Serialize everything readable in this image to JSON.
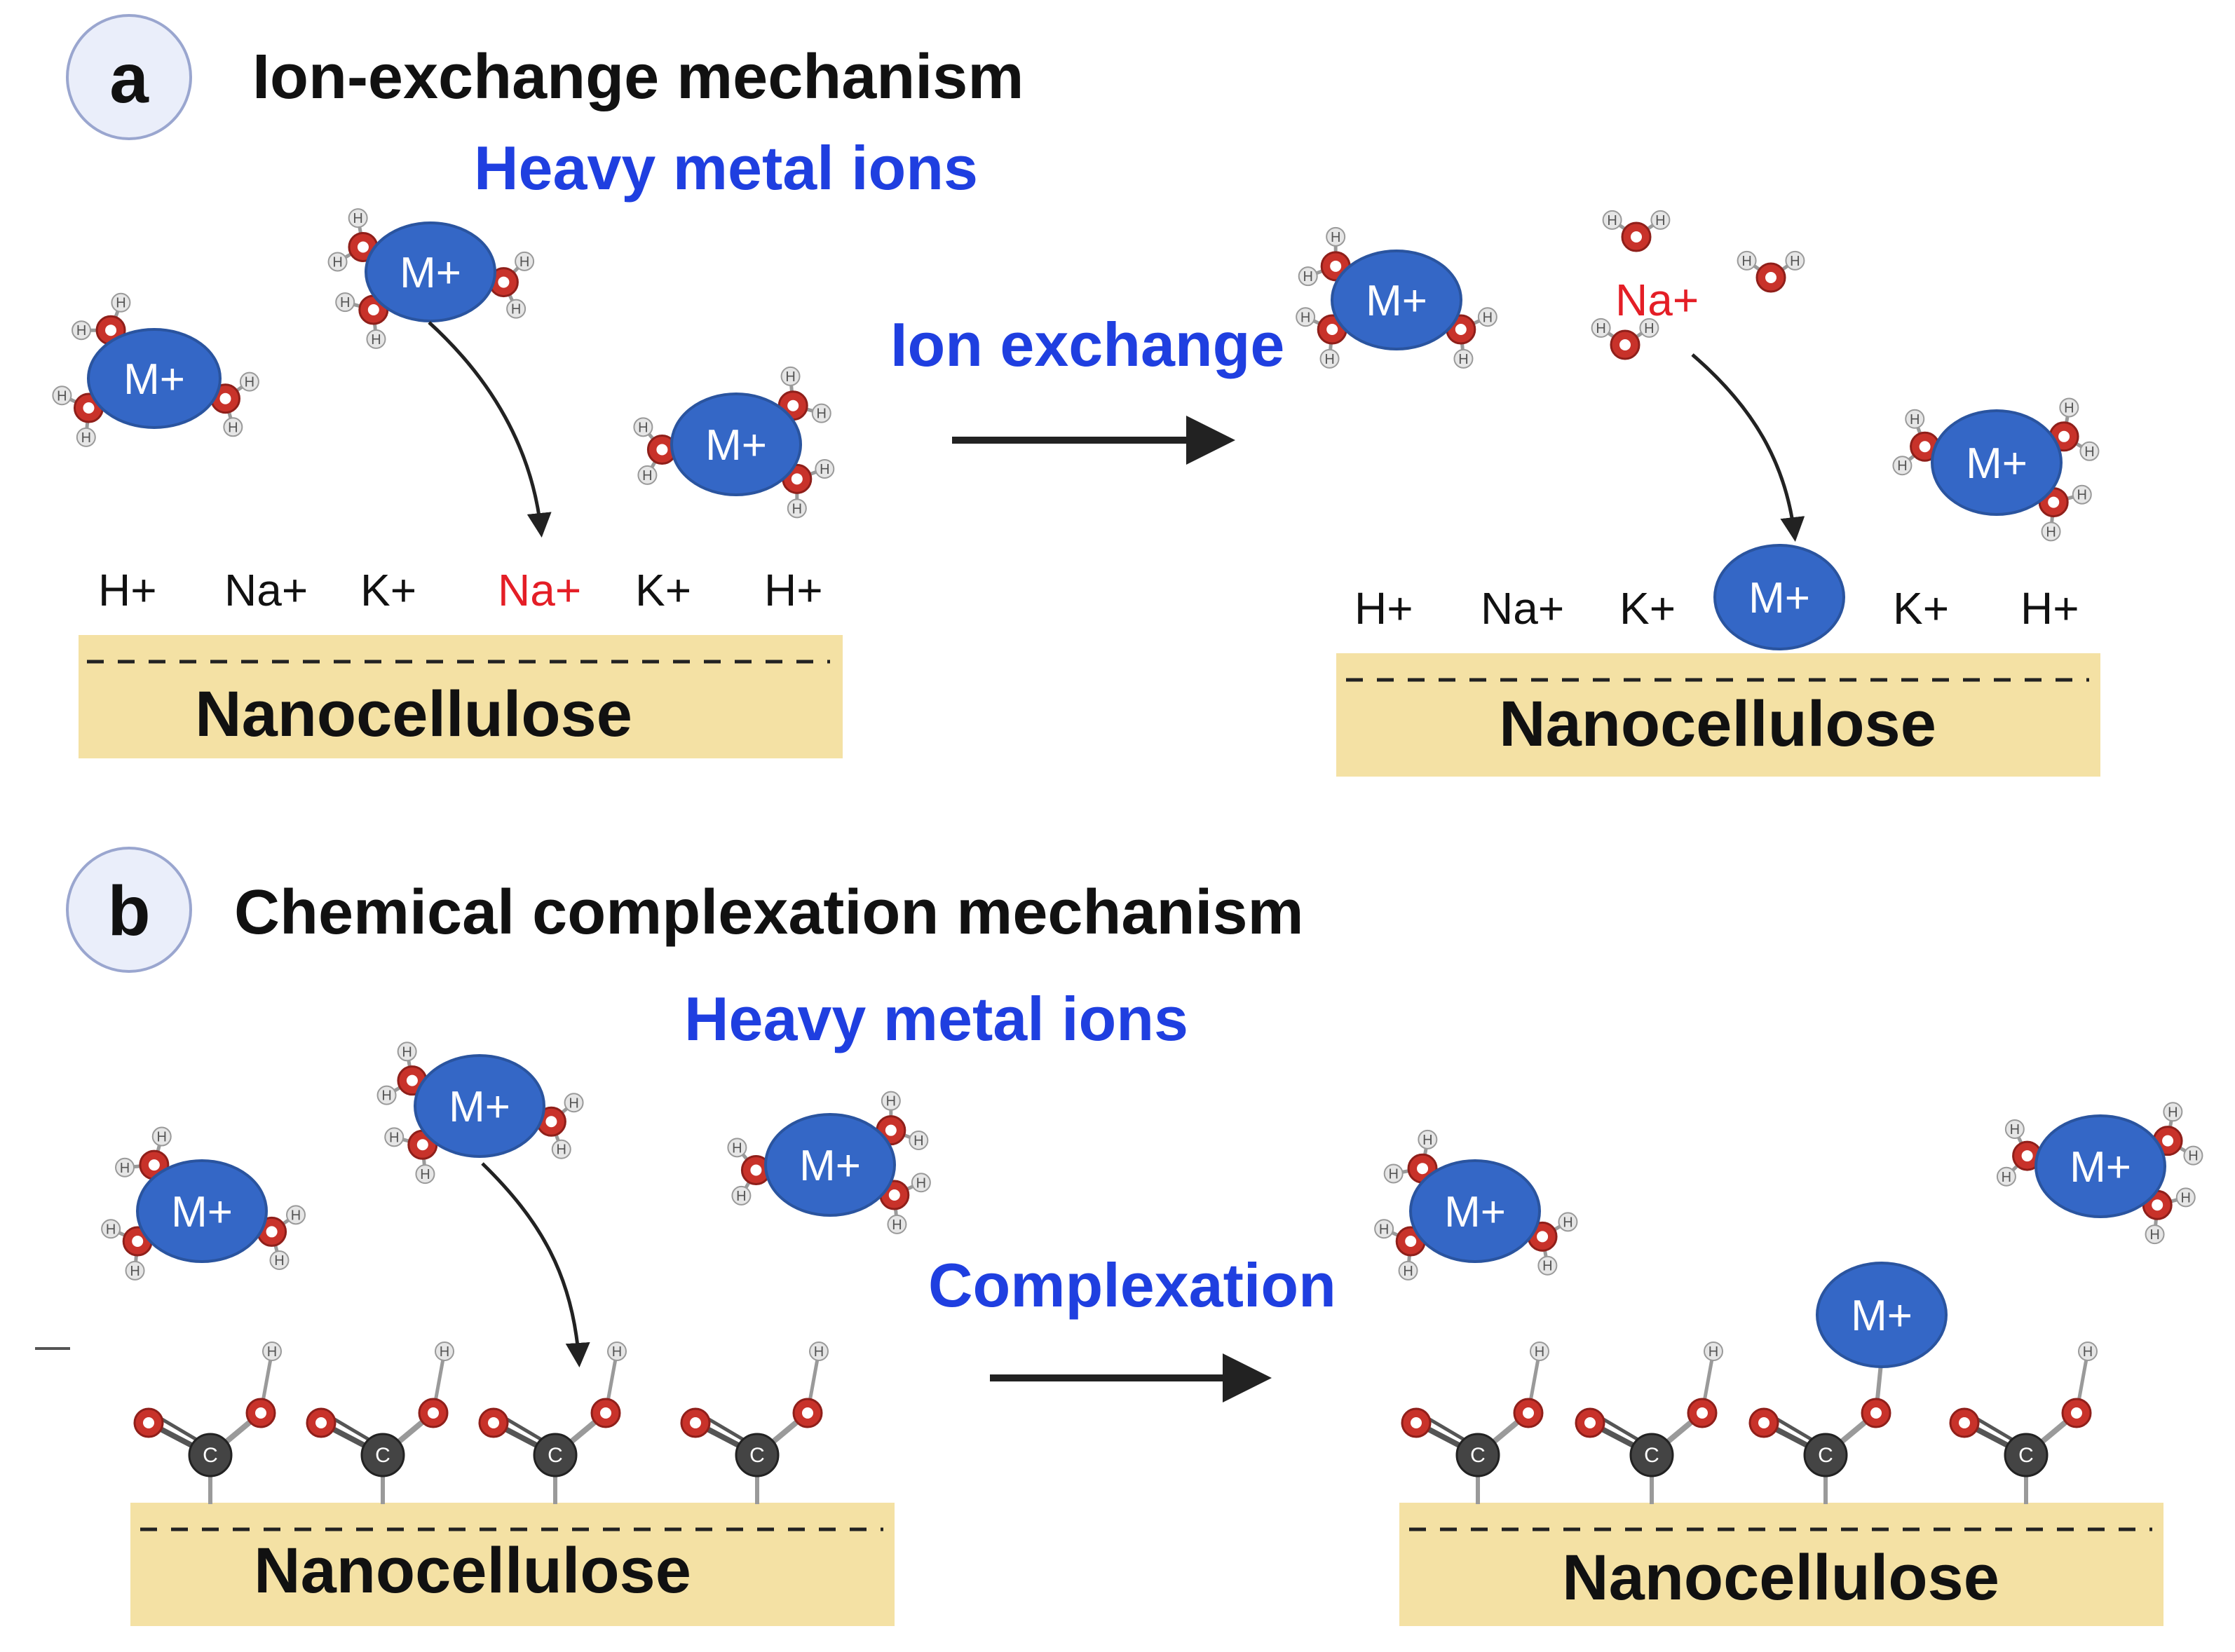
{
  "panel_a": {
    "label": "a",
    "title": "Ion-exchange mechanism",
    "heavy_metal_label": "Heavy metal ions",
    "arrow_label": "Ion exchange",
    "ion_label": "M+",
    "released_ion": "Na+",
    "substrate_label": "Nanocellulose",
    "left_surface_ions": [
      "H+",
      "Na+",
      "K+",
      "Na+",
      "K+",
      "H+"
    ],
    "right_surface_ions": [
      "H+",
      "Na+",
      "K+",
      "K+",
      "H+"
    ]
  },
  "panel_b": {
    "label": "b",
    "title": "Chemical complexation mechanism",
    "heavy_metal_label": "Heavy metal ions",
    "arrow_label": "Complexation",
    "ion_label": "M+",
    "substrate_label": "Nanocellulose"
  },
  "atoms": {
    "oxygen": "O",
    "hydrogen": "H",
    "carbon": "C"
  },
  "colors": {
    "metal_ion": "#3467c6",
    "oxygen": "#c8322a",
    "hydrogen": "#e6e6e6",
    "carbon": "#444444",
    "substrate": "#f4e1a4",
    "blue_label": "#1f3fe0",
    "red_label": "#e41e26"
  }
}
